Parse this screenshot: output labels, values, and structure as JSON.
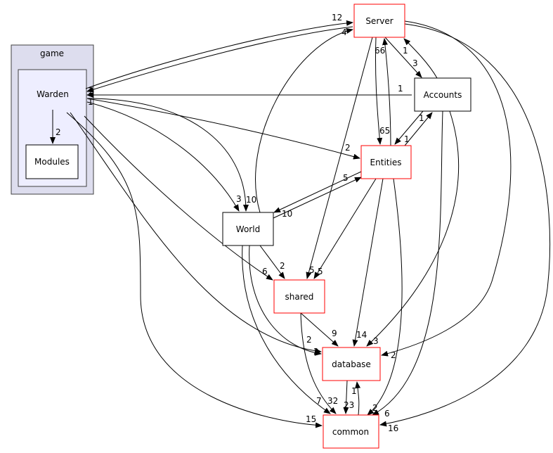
{
  "clusters": {
    "game": "game",
    "warden": "Warden"
  },
  "nodes": {
    "modules": "Modules",
    "server": "Server",
    "accounts": "Accounts",
    "entities": "Entities",
    "world": "World",
    "shared": "shared",
    "database": "database",
    "common": "common"
  },
  "colors": {
    "cluster_outer": "#ddddee",
    "cluster_inner": "#eeeeff",
    "incomplete_border": "#ff0000",
    "complete_border": "#000000"
  },
  "edges": [
    {
      "from": "Warden",
      "to": "Modules",
      "weight": "2"
    },
    {
      "from": "Warden",
      "to": "Server",
      "weight": "12"
    },
    {
      "from": "World",
      "to": "Server",
      "weight": "4"
    },
    {
      "from": "Server",
      "to": "Warden",
      "weight": "1"
    },
    {
      "from": "Entities",
      "to": "Warden",
      "weight": "1"
    },
    {
      "from": "Warden",
      "to": "Accounts",
      "weight": "1"
    },
    {
      "from": "Warden",
      "to": "Entities",
      "weight": "2"
    },
    {
      "from": "Warden",
      "to": "World",
      "weight": "3"
    },
    {
      "from": "Server",
      "to": "World",
      "weight": "10"
    },
    {
      "from": "Entities",
      "to": "World",
      "weight": "10"
    },
    {
      "from": "World",
      "to": "Entities",
      "weight": "5"
    },
    {
      "from": "Warden",
      "to": "shared",
      "weight": "6"
    },
    {
      "from": "World",
      "to": "shared",
      "weight": "2"
    },
    {
      "from": "Server",
      "to": "shared",
      "weight": "5"
    },
    {
      "from": "Entities",
      "to": "shared",
      "weight": "5"
    },
    {
      "from": "Entities",
      "to": "Server",
      "weight": "66"
    },
    {
      "from": "Server",
      "to": "Entities",
      "weight": "65"
    },
    {
      "from": "Server",
      "to": "Accounts",
      "weight": "3"
    },
    {
      "from": "Accounts",
      "to": "Server",
      "weight": "1"
    },
    {
      "from": "Accounts",
      "to": "Entities",
      "weight": "1"
    },
    {
      "from": "Entities",
      "to": "Accounts",
      "weight": "1"
    },
    {
      "from": "shared",
      "to": "database",
      "weight": "9"
    },
    {
      "from": "Entities",
      "to": "database",
      "weight": "14"
    },
    {
      "from": "Accounts",
      "to": "database",
      "weight": "3"
    },
    {
      "from": "Server",
      "to": "database",
      "weight": "2"
    },
    {
      "from": "Warden",
      "to": "database",
      "weight": "2"
    },
    {
      "from": "World",
      "to": "database",
      "weight": "2"
    },
    {
      "from": "database",
      "to": "common",
      "weight": "23"
    },
    {
      "from": "common",
      "to": "database",
      "weight": "1"
    },
    {
      "from": "World",
      "to": "common",
      "weight": "7"
    },
    {
      "from": "shared",
      "to": "common",
      "weight": "32"
    },
    {
      "from": "Entities",
      "to": "common",
      "weight": "2"
    },
    {
      "from": "Accounts",
      "to": "common",
      "weight": "6"
    },
    {
      "from": "Warden",
      "to": "common",
      "weight": "15"
    },
    {
      "from": "Server",
      "to": "common",
      "weight": "16"
    }
  ]
}
